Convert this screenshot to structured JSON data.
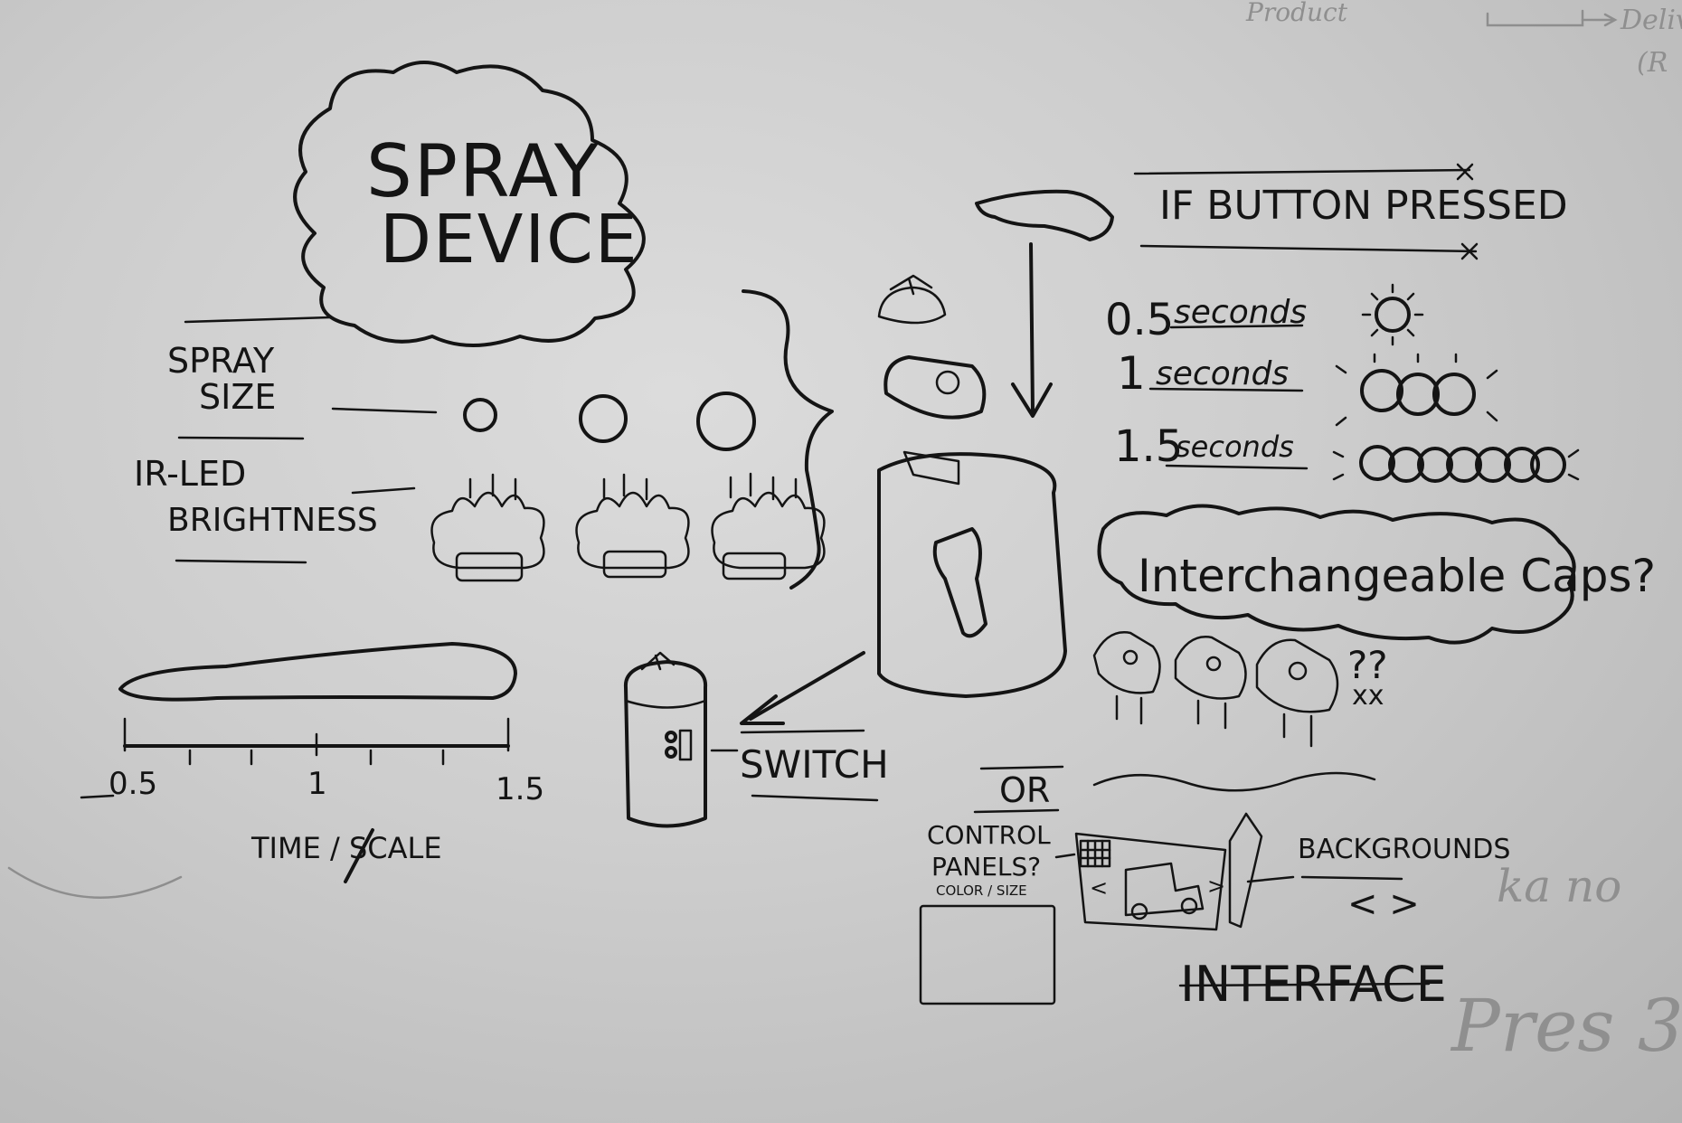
{
  "cloud_title": {
    "line1": "SPRAY",
    "line2": "DEVICE"
  },
  "rows": {
    "spray_size": [
      "SPRAY",
      "SIZE"
    ],
    "ir_led": [
      "IR-LED",
      "BRIGHTNESS"
    ]
  },
  "timeline": {
    "ticks": [
      "0.5",
      "1",
      "1.5"
    ],
    "label": "TIME / SCALE"
  },
  "button": {
    "heading": "IF BUTTON PRESSED",
    "switch_label": "SWITCH"
  },
  "durations": [
    {
      "num": "0.5",
      "unit": "seconds"
    },
    {
      "num": "1",
      "unit": "seconds"
    },
    {
      "num": "1.5",
      "unit": "seconds"
    }
  ],
  "caps": {
    "question": "Interchangeable Caps?",
    "marks": "??",
    "xs": "xx"
  },
  "alt": {
    "or": "OR",
    "control_panels": [
      "CONTROL",
      "PANELS?"
    ],
    "control_sub": "COLOR / SIZE",
    "backgrounds": "BACKGROUNDS",
    "arrows": "< >",
    "mini_left": "<",
    "mini_right": ">",
    "interface": "INTERFACE"
  },
  "ghost": {
    "product": "Product",
    "deliver": "Deliv",
    "bracket": "(R",
    "notes_right": "ka  no",
    "pres": "Pres 3."
  },
  "colors": {
    "ink": "#141414",
    "board": "#cfcfcf",
    "ghost": "#8f8f8f"
  }
}
